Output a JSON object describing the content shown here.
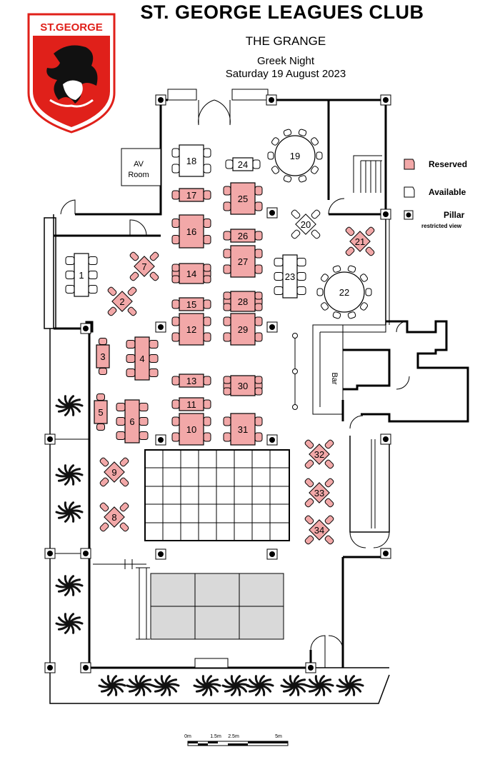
{
  "header": {
    "logo_text": "ST.GEORGE",
    "club_title": "ST. GEORGE LEAGUES CLUB",
    "room_name": "THE GRANGE",
    "event_name": "Greek Night",
    "event_date": "Saturday 19 August 2023"
  },
  "legend": {
    "reserved_label": "Reserved",
    "available_label": "Available",
    "pillar_label": "Pillar",
    "pillar_sub": "restricted view"
  },
  "colors": {
    "reserved": "#f2a8a8",
    "available": "#ffffff",
    "wall": "#000000",
    "stage": "#d9d9d9",
    "logo_red": "#e0201a"
  },
  "labels": {
    "av_room_line1": "AV",
    "av_room_line2": "Room",
    "bar": "Bar"
  },
  "scale": {
    "ticks": [
      "0m",
      "1.5m",
      "2.5m",
      "5m"
    ]
  },
  "tables": [
    {
      "id": "1",
      "status": "available"
    },
    {
      "id": "2",
      "status": "reserved"
    },
    {
      "id": "3",
      "status": "reserved"
    },
    {
      "id": "4",
      "status": "reserved"
    },
    {
      "id": "5",
      "status": "reserved"
    },
    {
      "id": "6",
      "status": "reserved"
    },
    {
      "id": "7",
      "status": "reserved"
    },
    {
      "id": "8",
      "status": "reserved"
    },
    {
      "id": "9",
      "status": "reserved"
    },
    {
      "id": "10",
      "status": "reserved"
    },
    {
      "id": "11",
      "status": "reserved"
    },
    {
      "id": "12",
      "status": "reserved"
    },
    {
      "id": "13",
      "status": "reserved"
    },
    {
      "id": "14",
      "status": "reserved"
    },
    {
      "id": "15",
      "status": "reserved"
    },
    {
      "id": "16",
      "status": "reserved"
    },
    {
      "id": "17",
      "status": "reserved"
    },
    {
      "id": "18",
      "status": "available"
    },
    {
      "id": "19",
      "status": "available"
    },
    {
      "id": "20",
      "status": "available"
    },
    {
      "id": "21",
      "status": "reserved"
    },
    {
      "id": "22",
      "status": "available"
    },
    {
      "id": "23",
      "status": "available"
    },
    {
      "id": "24",
      "status": "available"
    },
    {
      "id": "25",
      "status": "reserved"
    },
    {
      "id": "26",
      "status": "reserved"
    },
    {
      "id": "27",
      "status": "reserved"
    },
    {
      "id": "28",
      "status": "reserved"
    },
    {
      "id": "29",
      "status": "reserved"
    },
    {
      "id": "30",
      "status": "reserved"
    },
    {
      "id": "31",
      "status": "reserved"
    },
    {
      "id": "32",
      "status": "reserved"
    },
    {
      "id": "33",
      "status": "reserved"
    },
    {
      "id": "34",
      "status": "reserved"
    }
  ]
}
